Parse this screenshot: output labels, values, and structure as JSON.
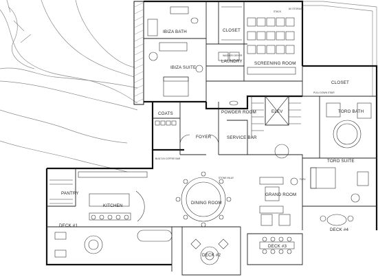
{
  "plan": {
    "rooms": {
      "ibiza_bath": "IBIZA BATH",
      "closet_1": "CLOSET",
      "screening_room": "SCREENING ROOM",
      "laundry": "LAUNDRY",
      "ibiza_suite": "IBIZA SUITE",
      "closet_2": "CLOSET",
      "toro_bath": "TORO BATH",
      "coats": "COATS",
      "powder_room": "POWDER ROOM",
      "elev": "ELEV",
      "foyer": "FOYER",
      "service_bar": "SERVICE BAR",
      "toro_suite": "TORO SUITE",
      "pantry": "PANTRY",
      "kitchen": "KITCHEN",
      "dining_room": "DINING ROOM",
      "grand_room": "GRAND ROOM",
      "deck_1": "DECK #1",
      "deck_2": "DECK #2",
      "deck_3": "DECK #3",
      "deck_4": "DECK #4"
    },
    "notes": {
      "stone_inlay": "STONE INLAY",
      "built_in_coffee_bar": "BUILT-IN COFFEE BAR",
      "stack": "STACK",
      "av_storage": "AV STORAGE",
      "washer_dryer": "WASHER/ DRYER",
      "pull_down_stair": "PULL DOWN STAIR",
      "flex": "FLEX"
    }
  }
}
